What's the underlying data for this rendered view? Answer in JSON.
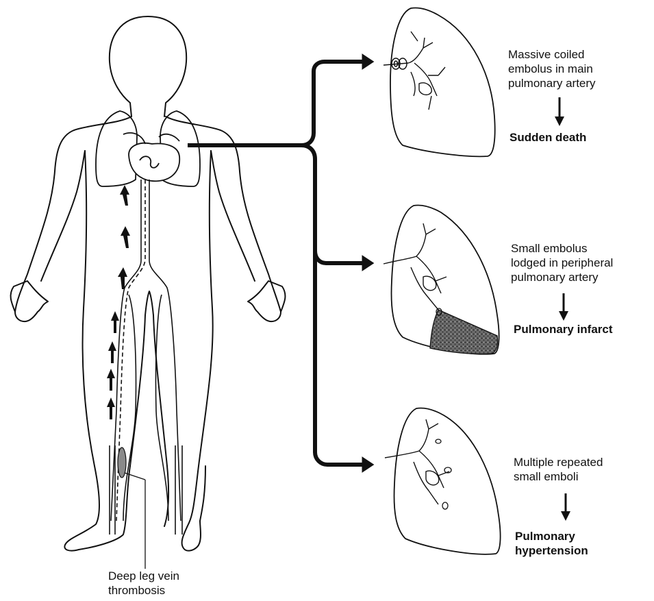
{
  "source_label": "Deep leg vein\nthrombosis",
  "outcomes": [
    {
      "description": "Massive coiled\nembolus in main\npulmonary artery",
      "result": "Sudden death"
    },
    {
      "description": "Small embolus\nlodged in peripheral\npulmonary artery",
      "result": "Pulmonary infarct"
    },
    {
      "description": "Multiple repeated\nsmall emboli",
      "result": "Pulmonary\nhypertension"
    }
  ],
  "colors": {
    "line": "#111111",
    "infarct_fill": "#555555",
    "thrombus_fill": "#8a8a8a"
  }
}
